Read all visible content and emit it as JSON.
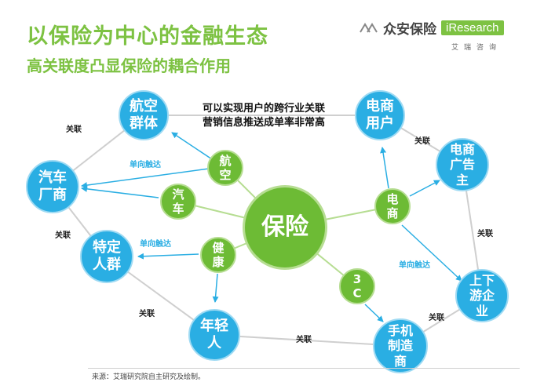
{
  "header": {
    "title": "以保险为中心的金融生态",
    "subtitle": "高关联度凸显保险的耦合作用"
  },
  "logo": {
    "name": "众安保险",
    "brand": "iResearch",
    "sub": "艾瑞咨询"
  },
  "nodes": {
    "center": "保险",
    "aviation_hub": "航\n空",
    "car_hub": "汽\n车",
    "health_hub": "健\n康",
    "ecommerce_hub": "电\n商",
    "c3_hub": "3\nC",
    "aviation_group": "航空\n群体",
    "car_maker": "汽车\n厂商",
    "specific_group": "特定\n人群",
    "youth": "年轻\n人",
    "ecommerce_users": "电商\n用户",
    "ecommerce_advertisers": "电商\n广告\n主",
    "supply_chain": "上下\n游企\n业",
    "phone_maker": "手机\n制造\n商"
  },
  "note": {
    "line1": "可以实现用户的跨行业关联",
    "line2": "营销信息推送成单率非常高"
  },
  "labels": {
    "link_1": "关联",
    "link_2": "关联",
    "link_3": "关联",
    "link_4": "关联",
    "link_5": "关联",
    "link_6": "关联",
    "link_7": "关联",
    "touch_1": "单向触达",
    "touch_2": "单向触达",
    "touch_3": "单向触达"
  },
  "footer": {
    "source": "来源：艾瑞研究院自主研究及绘制。"
  },
  "colors": {
    "green": "#6dbb35",
    "blue": "#2aaee3",
    "title_green": "#7dc242"
  }
}
